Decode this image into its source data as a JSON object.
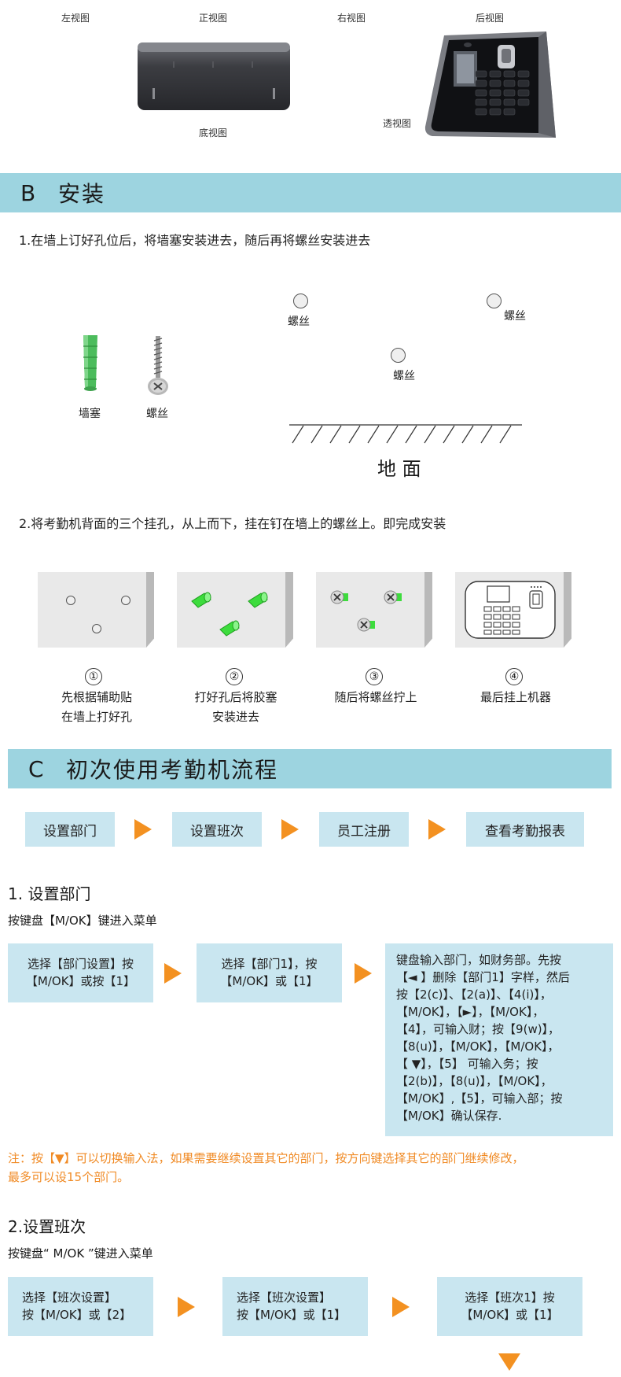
{
  "views": {
    "left": "左视图",
    "front": "正视图",
    "right": "右视图",
    "back": "后视图",
    "bottom": "底视图",
    "perspective": "透视图"
  },
  "install": {
    "letter": "B",
    "title": "安装",
    "step1": "1.在墙上订好孔位后，将墙塞安装进去，随后再将螺丝安装进去",
    "anchor_label": "墙塞",
    "screw_label": "螺丝",
    "screw_mark_1": "螺丝",
    "screw_mark_2": "螺丝",
    "screw_mark_3": "螺丝",
    "ground": "地 面",
    "step2": "2.将考勤机背面的三个挂孔，从上而下，挂在钉在墙上的螺丝上。即完成安装",
    "panels": [
      {
        "num": "①",
        "line1": "先根据辅助贴",
        "line2": "在墙上打好孔"
      },
      {
        "num": "②",
        "line1": "打好孔后将胶塞",
        "line2": "安装进去"
      },
      {
        "num": "③",
        "line1": "随后将螺丝拧上",
        "line2": ""
      },
      {
        "num": "④",
        "line1": "最后挂上机器",
        "line2": ""
      }
    ]
  },
  "flow": {
    "letter": "C",
    "title": "初次使用考勤机流程",
    "steps": [
      "设置部门",
      "设置班次",
      "员工注册",
      "查看考勤报表"
    ]
  },
  "dept": {
    "heading": "1. 设置部门",
    "sub": "按键盘【M/OK】键进入菜单",
    "box1_l1": "选择【部门设置】按",
    "box1_l2": "【M/OK】或按【1】",
    "box2_l1": "选择【部门1】，按",
    "box2_l2": "【M/OK】或【1】",
    "box3": [
      "键盘输入部门，如财务部。先按",
      "【◄ 】删除【部门1】字样，然后",
      "按【2(c)】、【2(a)】、【4(i)】，",
      "【M/OK】，【►】，【M/OK】，",
      "【4】，可输入财；按【9(w)】，",
      "【8(u)】，【M/OK】，【M/OK】，",
      "【 ▼】，【5】 可输入务；按",
      "【2(b)】，【8(u)】，【M/OK】，",
      "【M/OK】,【5】，可输入部；按",
      "【M/OK】确认保存."
    ],
    "note_l1": "注：按【▼】可以切换输入法，如果需要继续设置其它的部门，按方向键选择其它的部门继续修改，",
    "note_l2": "最多可以设15个部门。"
  },
  "shift": {
    "heading": "2.设置班次",
    "sub": "按键盘“ M/OK ”键进入菜单",
    "box1_l1": "选择【班次设置】",
    "box1_l2": "按【M/OK】或【2】",
    "box2_l1": "选择【班次设置】",
    "box2_l2": "按【M/OK】或【1】",
    "box3_l1": "选择【班次1】按",
    "box3_l2": "【M/OK】或【1】"
  },
  "colors": {
    "bar": "#9dd4e0",
    "box": "#c9e6f0",
    "arrow": "#f39121",
    "note": "#f08a24",
    "anchor": "#4cbc5c"
  }
}
